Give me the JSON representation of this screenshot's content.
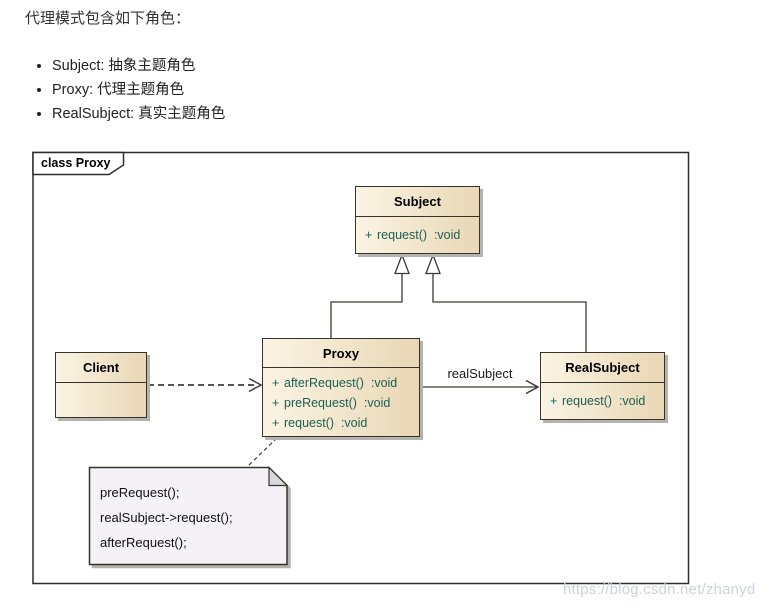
{
  "intro": {
    "title": "代理模式包含如下角色：",
    "bullets": [
      "Subject: 抽象主题角色",
      "Proxy: 代理主题角色",
      "RealSubject: 真实主题角色"
    ]
  },
  "frame": {
    "label": "class Proxy"
  },
  "diagram": {
    "classes": {
      "subject": {
        "name": "Subject",
        "methods": [
          {
            "visibility": "+",
            "signature": "request()  :void"
          }
        ]
      },
      "proxy": {
        "name": "Proxy",
        "methods": [
          {
            "visibility": "+",
            "signature": "afterRequest()  :void"
          },
          {
            "visibility": "+",
            "signature": "preRequest()  :void"
          },
          {
            "visibility": "+",
            "signature": "request()  :void"
          }
        ]
      },
      "client": {
        "name": "Client",
        "methods": []
      },
      "realsubject": {
        "name": "RealSubject",
        "methods": [
          {
            "visibility": "+",
            "signature": "request()  :void"
          }
        ]
      }
    },
    "connectors": {
      "association_label": "realSubject"
    },
    "note": {
      "lines": [
        "preRequest();",
        "realSubject->request();",
        "afterRequest();"
      ]
    }
  },
  "watermark": "https://blog.csdn.net/zhanyd",
  "colors": {
    "class_fill_left": "#fbf4e4",
    "class_fill_right": "#e9d7b5",
    "class_border": "#35332a",
    "method_text": "#1c6153",
    "note_fill": "#f4f2f6",
    "note_fold": "#d9d7db",
    "watermark_text": "#ced2dc"
  }
}
